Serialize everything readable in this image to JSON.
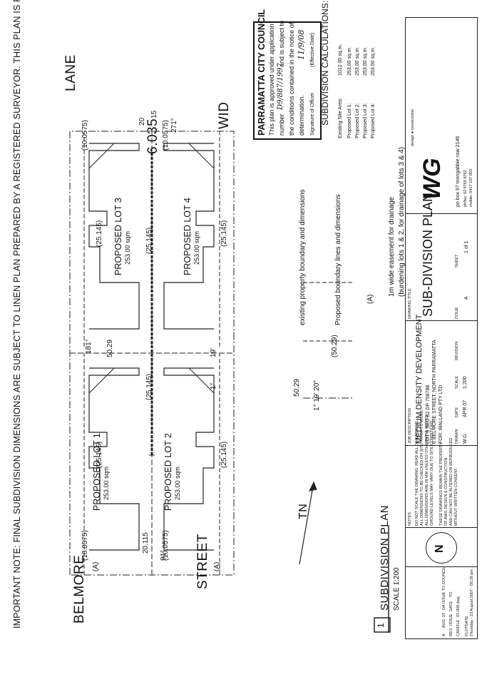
{
  "note": "IMPORTANT NOTE: FINAL SUBDIVISION DIMENSIONS ARE SUBJECT TO LINEN PLAN PREPARED BY A REGISTERED SURVEYOR. THIS PLAN IS FOR DIAGRAMATIC PURPOSES ONLY",
  "streets": {
    "lane": "LANE",
    "lane_width": "6.035",
    "lane_right": "WID",
    "belmore": "BELMORE",
    "street": "STREET"
  },
  "dimensions": {
    "top_len": "50.29",
    "boundary_1057": "(10.0575)",
    "d25145": "(25.145)",
    "d20115": "20.115",
    "a_label": "(A)",
    "deg_271": "271°",
    "deg_181": "181°",
    "deg_91": "91°",
    "deg_1": "1°",
    "deg_20": "20'",
    "deg_15": "15'",
    "deg_19": "19'",
    "deg_20s": "20\"",
    "d20": "20",
    "d15": "15"
  },
  "lots": [
    {
      "name": "PROPOSED LOT 1",
      "area": "253.00 sqm"
    },
    {
      "name": "PROPOSED LOT 2",
      "area": "253.00 sqm"
    },
    {
      "name": "PROPOSED LOT 3",
      "area": "253.00 sqm"
    },
    {
      "name": "PROPOSED LOT 4",
      "area": "253.00 sqm"
    }
  ],
  "legend": {
    "l1_value": "50.29",
    "l1_angle": "1°  19'  20\"",
    "l1_text": "existing property boundary and dimensions",
    "l2_value": "(50.29)",
    "l2_text": "Proposed boundary lines and dimensions",
    "l3_value": "(A)",
    "l3_text": "1m wide easement for drainage",
    "l3_sub": "(burdening lots 1 & 2, for drainage of lots 3 & 4)"
  },
  "north": "TN",
  "council": {
    "title": "PARRAMATTA CITY COUNCIL",
    "line1": "This plan is approved under application",
    "line2a": "number",
    "number": "D9/887/1997",
    "line2b": "and is subject to",
    "line3": "the conditions contained in the notice of",
    "line4": "determination.",
    "date": "11/9/08",
    "sig_label": "Signature of Officer",
    "eff": "(Effective Date)"
  },
  "calcs": {
    "title": "SUBDIVISION CALCULATIONS:",
    "rows": [
      {
        "label": "Existing Site Area:",
        "value": "1012.00 sq.m."
      },
      {
        "label": "Proposed Lot 1:",
        "value": "253.00 sq.m."
      },
      {
        "label": "Proposed Lot 2:",
        "value": "253.00 sq.m."
      },
      {
        "label": "Proposed Lot 3:",
        "value": "253.00 sq.m."
      },
      {
        "label": "Proposed Lot 4:",
        "value": "253.00 sq.m."
      }
    ]
  },
  "plan_title": {
    "num": "1",
    "title": "SUBDIVISION PLAN",
    "scale": "SCALE 1:200"
  },
  "titleblock": {
    "rev_a": "A",
    "rev_date": "AUG. 07",
    "rev_desc": "DA ISSUE TO COUNCIL",
    "rev_h": "REV.",
    "issue_h": "ISSUE",
    "date_h": "DATE",
    "to_h": "TO",
    "cadfile_h": "CADFILE",
    "cadfile": "07-008.dwg",
    "plotdate_h": "PLOTDATE",
    "plotdate": "Thursday - 23 August 2007 - 05:29 pm",
    "notes_h": "NOTES",
    "notes1": "DO NOT SCALE THE DRAWING. READ ALL DIMENSIONS.",
    "notes2": "ALL DIMENSIONS TO BE CHECKED ON SITE PRIOR TO WORK.",
    "notes3": "ALL DIMENSIONS ARE IN MM UNLESS OTHERWISE NOTED.",
    "notes4": "GROUND LEVELS MAY VARY DUE TO SITE CONDITIONS.",
    "notes5": "THESE DRAWINGS REMAIN THE PROPERTY",
    "notes6": "OF AWG DESIGN & CONSTRUCTION",
    "notes7": "AND CAN NOT BE ALTERED OR REPRODUCED",
    "notes8": "WITHOUT WRITTEN CONSENT.",
    "job_h": "JOB DESCRIPTION",
    "job1": "MEDIUM DENSITY DEVELOPMENT",
    "job2": "LOT 9 SEC 62 DP 758788",
    "job3": "6 BELMORE STREET, NORTH PARRAMATTA",
    "job4": "FOR: WALLAND PTY LTD",
    "drawn_h": "DRAWN",
    "drawn": "W.G.",
    "dt_h": "DATE",
    "dt": "APR 07",
    "scale_h": "SCALE",
    "scale": "1:200",
    "revision_h": "REVISION",
    "drawing_h": "DRAWING TITLE",
    "drawing": "SUB-DIVISION PLAN",
    "issue2_h": "ISSUE",
    "issue2": "A",
    "sheet_h": "SHEET",
    "sheet": "1  of  1",
    "brand": "WG",
    "brand_tag": "design ● construction",
    "po": "po box 97 toongabbie nsw 2146",
    "ph": "ph/fax: 02 9769 8762",
    "mob": "mobile: 0417 197 003",
    "north_letter": "N"
  }
}
